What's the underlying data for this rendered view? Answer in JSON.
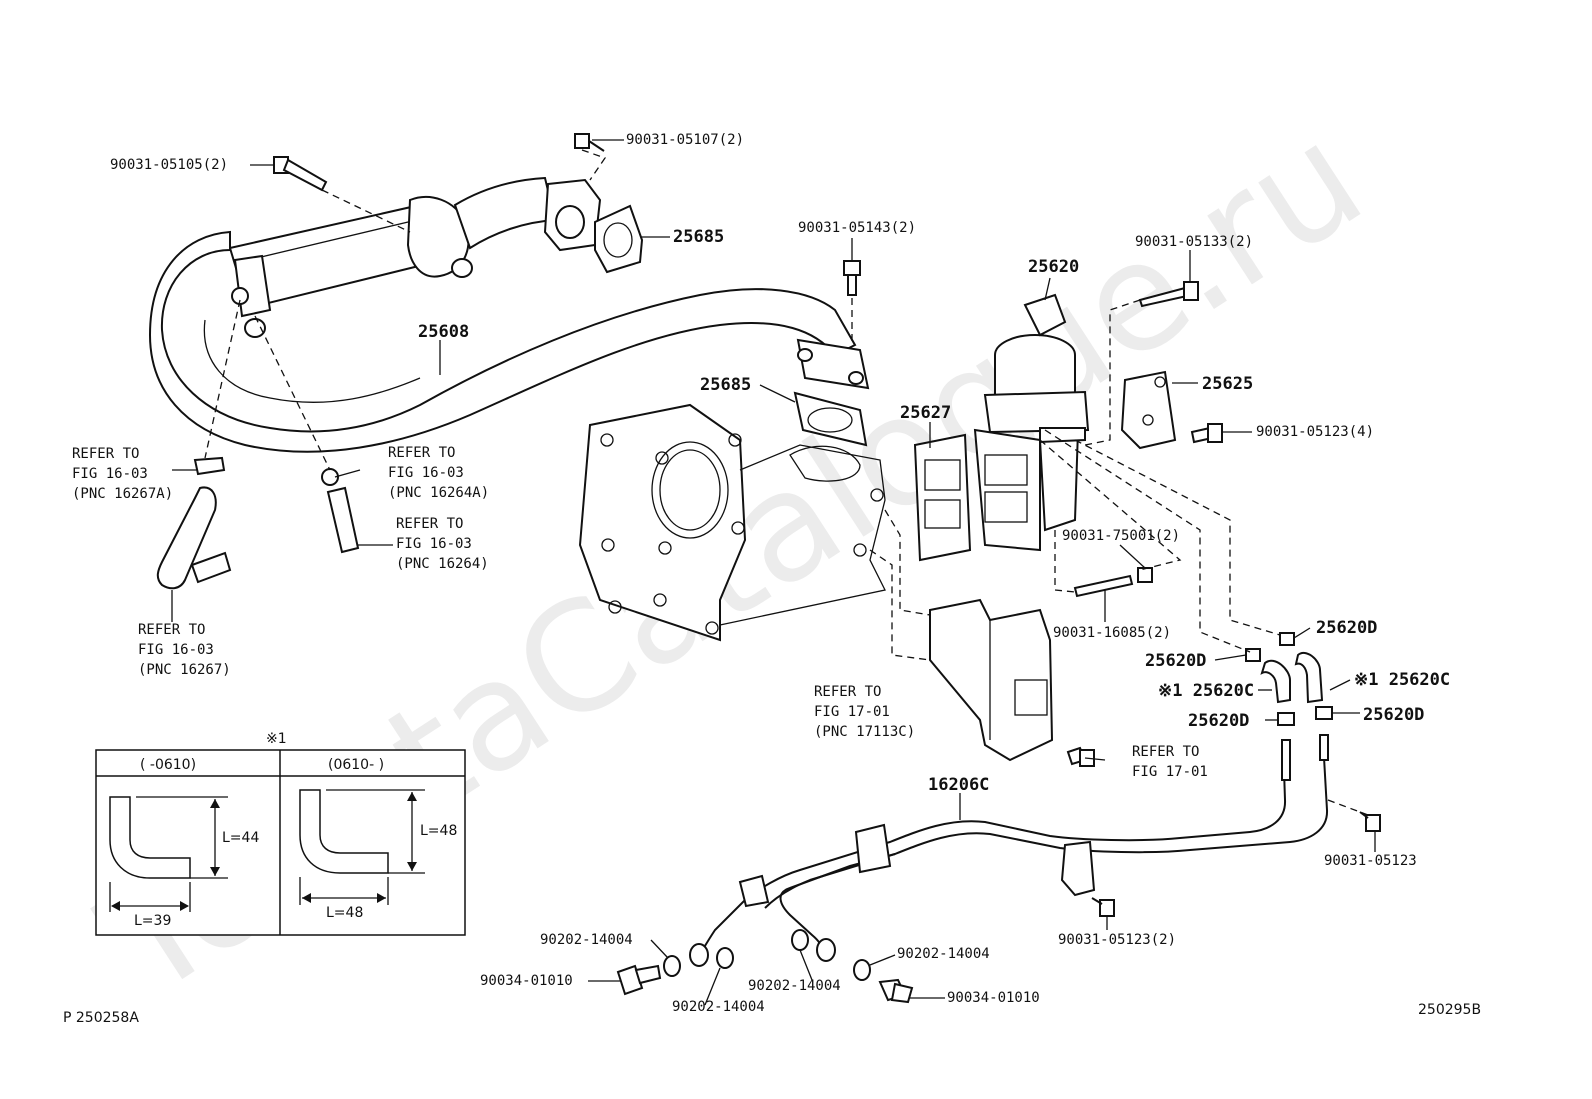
{
  "watermark": "ToyotaCatalogue.ru",
  "labels": {
    "b05107": "90031-05107(2)",
    "b05105": "90031-05105(2)",
    "g25685a": "25685",
    "p25608": "25608",
    "b05143": "90031-05143(2)",
    "v25620": "25620",
    "b05133": "90031-05133(2)",
    "g25685b": "25685",
    "g25627": "25627",
    "br25625": "25625",
    "b05123x4": "90031-05123(4)",
    "n75001": "90031-75001(2)",
    "s16085": "90031-16085(2)",
    "c25620d_1": "25620D",
    "c25620d_2": "25620D",
    "h25620c_1": "※1 25620C",
    "h25620c_2": "※1 25620C",
    "c25620d_3": "25620D",
    "c25620d_4": "25620D",
    "w16206c": "16206C",
    "b05123": "90031-05123",
    "b05123x2": "90031-05123(2)",
    "g14004_1": "90202-14004",
    "g14004_2": "90202-14004",
    "g14004_3": "90202-14004",
    "g14004_4": "90202-14004",
    "u01010_1": "90034-01010",
    "u01010_2": "90034-01010",
    "code_left": "P 250258A",
    "code_right": "250295B"
  },
  "refers": {
    "r16267a": [
      "REFER TO",
      "FIG 16-03",
      "(PNC 16267A)"
    ],
    "r16264a": [
      "REFER TO",
      "FIG 16-03",
      "(PNC 16264A)"
    ],
    "r16264": [
      "REFER TO",
      "FIG 16-03",
      "(PNC 16264)"
    ],
    "r16267": [
      "REFER TO",
      "FIG 16-03",
      "(PNC 16267)"
    ],
    "r17113c": [
      "REFER TO",
      "FIG 17-01",
      "(PNC 17113C)"
    ],
    "r1701": [
      "REFER TO",
      "FIG 17-01"
    ]
  },
  "inset": {
    "mark": "※1",
    "col1": "(    -0610)",
    "col2": "(0610-    )",
    "l44": "L=44",
    "l39": "L=39",
    "l48v": "L=48",
    "l48h": "L=48"
  }
}
